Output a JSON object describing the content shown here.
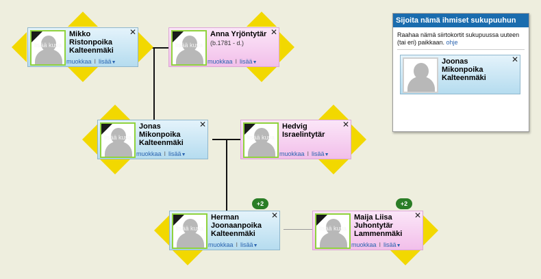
{
  "colors": {
    "male_card": "#b5dcef",
    "female_card": "#f2bfea",
    "arrow": "#f2d800",
    "panel_header": "#1a6cae",
    "link": "#2a64b0",
    "badge": "#2a7d26"
  },
  "card_common": {
    "photo_placeholder": "lisää kuva",
    "edit_label": "muokkaa",
    "separator": "I",
    "more_label": "lisää",
    "caret": "▼",
    "close": "✕"
  },
  "people": {
    "mikko": {
      "name": "Mikko Ristonpoika Kalteenmäki"
    },
    "anna": {
      "name": "Anna Yrjöntytär",
      "dates": "(b.1781 - d.)"
    },
    "jonas": {
      "name": "Jonas Mikonpoika Kalteenmäki"
    },
    "hedvig": {
      "name": "Hedvig Israelintytär"
    },
    "herman": {
      "name": "Herman Joonaanpoika Kalteenmäki",
      "badge": "+2"
    },
    "maija": {
      "name": "Maija Liisa Juhontytär Lammenmäki",
      "badge": "+2"
    }
  },
  "panel": {
    "title": "Sijoita nämä ihmiset sukupuuhun",
    "text": "Raahaa nämä siirtokortit sukupuussa uuteen (tai eri) paikkaan.",
    "help_link": "ohje",
    "card_name": "Joonas Mikonpoika Kalteenmäki"
  }
}
